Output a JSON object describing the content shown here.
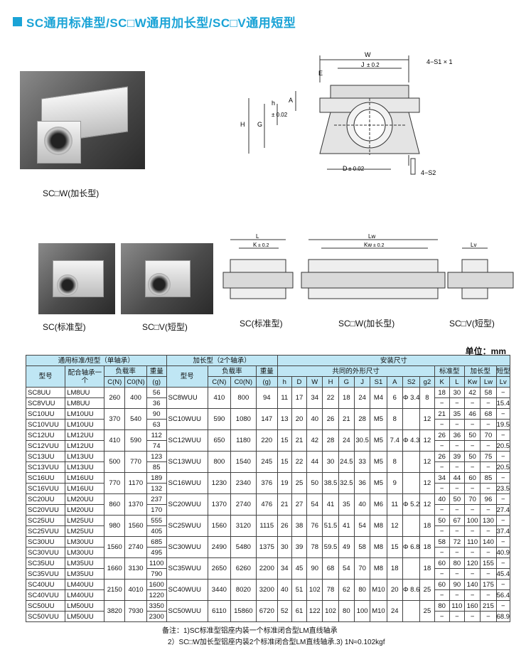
{
  "title": "SC通用标准型/SC□W通用加长型/SC□V通用短型",
  "captions": {
    "long_photo": "SC□W(加长型)",
    "std_photo": "SC(标准型)",
    "short_photo": "SC□V(短型)",
    "std_drawing": "SC(标准型)",
    "long_drawing": "SC□W(加长型)",
    "short_drawing": "SC□V(短型)"
  },
  "drawing_labels": {
    "W": "W",
    "E": "E",
    "J": "J",
    "J_tol": "± 0.2",
    "S1": "4−S1 × 1",
    "A": "A",
    "h": "h",
    "h_tol": "± 0.02",
    "G": "G",
    "H": "H",
    "D": "D",
    "D_tol": "± 0.02",
    "S2": "4−S2",
    "L": "L",
    "K": "K",
    "K_tol": "± 0.2",
    "Lw": "Lw",
    "Kw": "Kw",
    "Kw_tol": "± 0.2",
    "Lv": "Lv"
  },
  "unit": "单位：mm",
  "table": {
    "group_headers": {
      "std": "通用标准/短型（单轴承）",
      "long": "加长型（2个轴承）",
      "install": "安装尺寸"
    },
    "sub_headers": {
      "model": "型号",
      "bearing": "配合轴承一个",
      "load": "负载率",
      "weight": "重量",
      "long_model": "型号",
      "long_load": "负载率",
      "long_weight": "重量",
      "common": "共同的外形尺寸",
      "std_type": "标准型",
      "long_type": "加长型",
      "short_type": "短型"
    },
    "unit_headers": [
      "C(N)",
      "C0(N)",
      "(g)",
      "C(N)",
      "C0(N)",
      "(g)"
    ],
    "dim_headers": [
      "h",
      "D",
      "W",
      "H",
      "G",
      "J",
      "S1",
      "A",
      "S2",
      "g2",
      "K",
      "L",
      "Kw",
      "Lw",
      "Lv"
    ],
    "rows": [
      {
        "a": [
          "SC8UU",
          "LM8UU",
          "260",
          "400",
          "56",
          "SC8WUU",
          "410",
          "800",
          "94",
          "11",
          "17",
          "34",
          "22",
          "18",
          "24",
          "M4",
          "6",
          "Φ 3.4",
          "8"
        ],
        "b": [
          "18",
          "30",
          "42",
          "58",
          "−"
        ],
        "c": [
          "SC8VUU",
          "LM8UU",
          "36"
        ],
        "d": [
          "−",
          "−",
          "−",
          "−",
          "15.4"
        ]
      },
      {
        "a": [
          "SC10UU",
          "LM10UU",
          "370",
          "540",
          "90",
          "SC10WUU",
          "590",
          "1080",
          "147",
          "13",
          "20",
          "40",
          "26",
          "21",
          "28",
          "M5",
          "8",
          "",
          "12"
        ],
        "b": [
          "21",
          "35",
          "46",
          "68",
          "−"
        ],
        "c": [
          "SC10VUU",
          "LM10UU",
          "63"
        ],
        "d": [
          "−",
          "−",
          "−",
          "−",
          "19.5"
        ]
      },
      {
        "a": [
          "SC12UU",
          "LM12UU",
          "410",
          "590",
          "112",
          "SC12WUU",
          "650",
          "1180",
          "220",
          "15",
          "21",
          "42",
          "28",
          "24",
          "30.5",
          "M5",
          "7.4",
          "Φ 4.3",
          "12"
        ],
        "b": [
          "26",
          "36",
          "50",
          "70",
          "−"
        ],
        "c": [
          "SC12VUU",
          "LM12UU",
          "74"
        ],
        "d": [
          "−",
          "−",
          "−",
          "−",
          "20.5"
        ]
      },
      {
        "a": [
          "SC13UU",
          "LM13UU",
          "500",
          "770",
          "123",
          "SC13WUU",
          "800",
          "1540",
          "245",
          "15",
          "22",
          "44",
          "30",
          "24.5",
          "33",
          "M5",
          "8",
          "",
          "12"
        ],
        "b": [
          "26",
          "39",
          "50",
          "75",
          "−"
        ],
        "c": [
          "SC13VUU",
          "LM13UU",
          "85"
        ],
        "d": [
          "−",
          "−",
          "−",
          "−",
          "20.5"
        ]
      },
      {
        "a": [
          "SC16UU",
          "LM16UU",
          "770",
          "1170",
          "189",
          "SC16WUU",
          "1230",
          "2340",
          "376",
          "19",
          "25",
          "50",
          "38.5",
          "32.5",
          "36",
          "M5",
          "9",
          "",
          "12"
        ],
        "b": [
          "34",
          "44",
          "60",
          "85",
          "−"
        ],
        "c": [
          "SC16VUU",
          "LM16UU",
          "132"
        ],
        "d": [
          "−",
          "−",
          "−",
          "−",
          "23.5"
        ]
      },
      {
        "a": [
          "SC20UU",
          "LM20UU",
          "860",
          "1370",
          "237",
          "SC20WUU",
          "1370",
          "2740",
          "476",
          "21",
          "27",
          "54",
          "41",
          "35",
          "40",
          "M6",
          "11",
          "Φ 5.2",
          "12"
        ],
        "b": [
          "40",
          "50",
          "70",
          "96",
          "−"
        ],
        "c": [
          "SC20VUU",
          "LM20UU",
          "170"
        ],
        "d": [
          "−",
          "−",
          "−",
          "−",
          "27.4"
        ]
      },
      {
        "a": [
          "SC25UU",
          "LM25UU",
          "980",
          "1560",
          "555",
          "SC25WUU",
          "1560",
          "3120",
          "1115",
          "26",
          "38",
          "76",
          "51.5",
          "41",
          "54",
          "M8",
          "12",
          "",
          "18"
        ],
        "b": [
          "50",
          "67",
          "100",
          "130",
          "−"
        ],
        "c": [
          "SC25VUU",
          "LM25UU",
          "405"
        ],
        "d": [
          "−",
          "−",
          "−",
          "−",
          "37.4"
        ]
      },
      {
        "a": [
          "SC30UU",
          "LM30UU",
          "1560",
          "2740",
          "685",
          "SC30WUU",
          "2490",
          "5480",
          "1375",
          "30",
          "39",
          "78",
          "59.5",
          "49",
          "58",
          "M8",
          "15",
          "Φ 6.8",
          "18"
        ],
        "b": [
          "58",
          "72",
          "110",
          "140",
          "−"
        ],
        "c": [
          "SC30VUU",
          "LM30UU",
          "495"
        ],
        "d": [
          "−",
          "−",
          "−",
          "−",
          "40.9"
        ]
      },
      {
        "a": [
          "SC35UU",
          "LM35UU",
          "1660",
          "3130",
          "1100",
          "SC35WUU",
          "2650",
          "6260",
          "2200",
          "34",
          "45",
          "90",
          "68",
          "54",
          "70",
          "M8",
          "18",
          "",
          "18"
        ],
        "b": [
          "60",
          "80",
          "120",
          "155",
          "−"
        ],
        "c": [
          "SC35VUU",
          "LM35UU",
          "790"
        ],
        "d": [
          "−",
          "−",
          "−",
          "−",
          "45.4"
        ]
      },
      {
        "a": [
          "SC40UU",
          "LM40UU",
          "2150",
          "4010",
          "1600",
          "SC40WUU",
          "3440",
          "8020",
          "3200",
          "40",
          "51",
          "102",
          "78",
          "62",
          "80",
          "M10",
          "20",
          "Φ 8.6",
          "25"
        ],
        "b": [
          "60",
          "90",
          "140",
          "175",
          "−"
        ],
        "c": [
          "SC40VUU",
          "LM40UU",
          "1220"
        ],
        "d": [
          "−",
          "−",
          "−",
          "−",
          "56.4"
        ]
      },
      {
        "a": [
          "SC50UU",
          "LM50UU",
          "3820",
          "7930",
          "3350",
          "SC50WUU",
          "6110",
          "15860",
          "6720",
          "52",
          "61",
          "122",
          "102",
          "80",
          "100",
          "M10",
          "24",
          "",
          "25"
        ],
        "b": [
          "80",
          "110",
          "160",
          "215",
          "−"
        ],
        "c": [
          "SC50VUU",
          "LM50UU",
          "2300"
        ],
        "d": [
          "−",
          "−",
          "−",
          "−",
          "68.9"
        ]
      }
    ]
  },
  "notes": {
    "line1": "备注：1)SC标准型铝座内装一个标准闭合型LM直线轴承",
    "line2": "2）SC□W加长型铝座内装2个标准闭合型LM直线轴承.3) 1N≈0.102kgf"
  }
}
